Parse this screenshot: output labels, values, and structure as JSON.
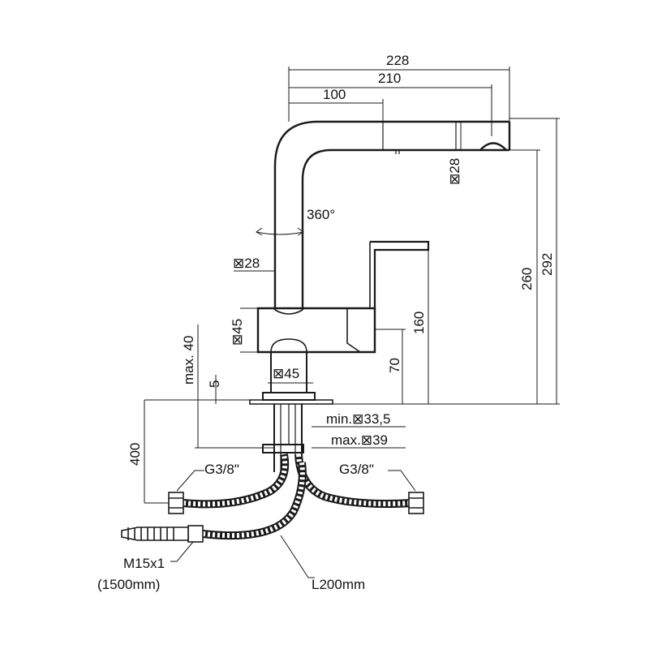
{
  "dimensions": {
    "d228": "228",
    "d210": "210",
    "d100": "100",
    "sq28_spout": "⊠28",
    "rotation": "360°",
    "sq28_body": "⊠28",
    "d260": "260",
    "d292": "292",
    "d160": "160",
    "sq45_body": "⊠45",
    "max40": "max. 40",
    "d70": "70",
    "d5": "5",
    "sq45_base": "⊠45",
    "min_hole": "min.⊠33,5",
    "max_hole": "max.⊠39",
    "d400": "400",
    "g38_left": "G3/8\"",
    "g38_right": "G3/8\"",
    "m15x1": "M15x1",
    "len1500": "(1500mm)",
    "l200": "L200mm"
  }
}
